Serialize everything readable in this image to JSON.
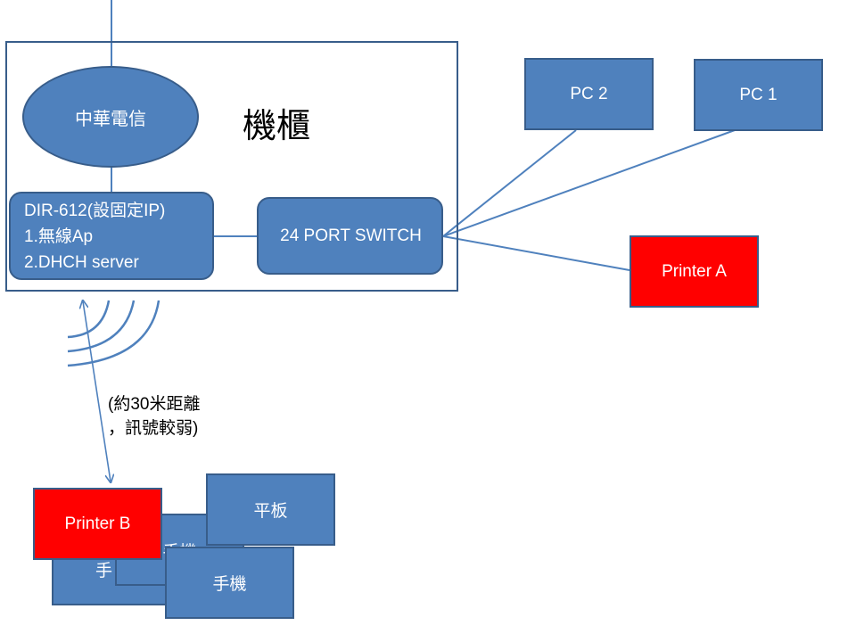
{
  "colors": {
    "shape_blue": "#4f81bd",
    "shape_border": "#385d8a",
    "printer_red": "#ff0000",
    "background": "#ffffff",
    "text_dark": "#000000",
    "text_light": "#ffffff"
  },
  "cabinet": {
    "label": "機櫃",
    "isp_label": "中華電信",
    "router": {
      "line1": "DIR-612(設固定IP)",
      "line2": "1.無線Ap",
      "line3": "2.DHCH server"
    },
    "switch_label": "24 PORT SWITCH"
  },
  "wired_devices": {
    "pc2": "PC 2",
    "pc1": "PC 1",
    "printer_a": "Printer A"
  },
  "wireless": {
    "distance_note_line1": "(約30米距離",
    "distance_note_line2": "，訊號較弱)",
    "printer_b": "Printer B",
    "tablet": "平板",
    "phone_front": "手機",
    "phone_middle": "手機",
    "phone_back": "手"
  }
}
